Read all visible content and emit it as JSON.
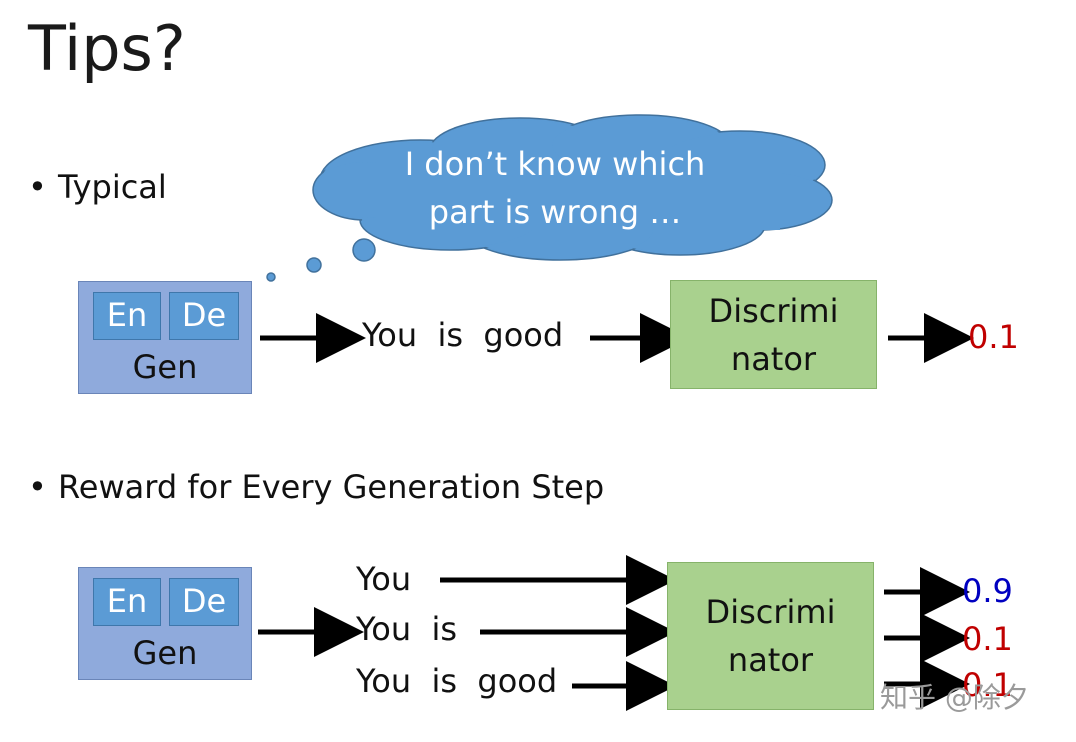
{
  "title": "Tips?",
  "bullets": {
    "typical": "Typical",
    "reward": "Reward for Every Generation Step"
  },
  "thought_bubble": {
    "line1": "I don’t know which",
    "line2": "part is wrong …",
    "fill_color": "#5b9bd5"
  },
  "generator": {
    "en": "En",
    "de": "De",
    "label": "Gen"
  },
  "discriminator": {
    "line1": "Discrimi",
    "line2": "nator"
  },
  "typical_row": {
    "sentence": "You  is  good",
    "score": "0.1"
  },
  "step_rows": [
    {
      "text": "You",
      "score": "0.9",
      "score_color": "#0000c0"
    },
    {
      "text": "You  is",
      "score": "0.1",
      "score_color": "#c00000"
    },
    {
      "text": "You  is  good",
      "score": "0.1",
      "score_color": "#c00000"
    }
  ],
  "watermark": "知乎 @除夕"
}
